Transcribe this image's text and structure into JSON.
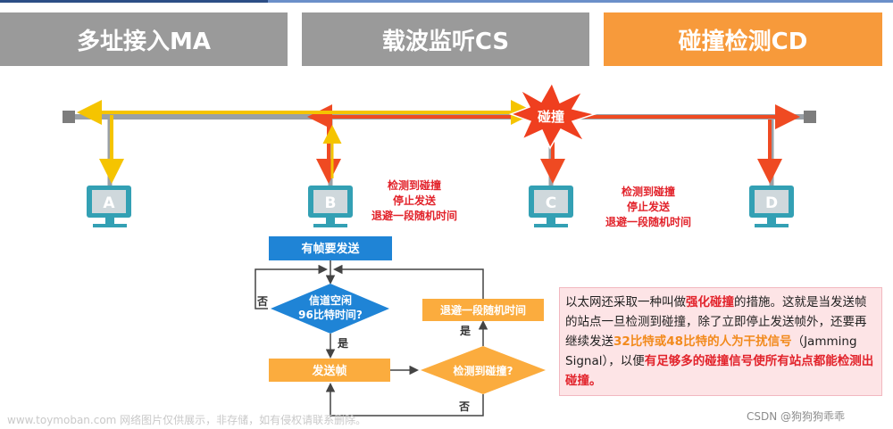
{
  "headers": [
    {
      "label": "多址接入MA",
      "style": "gray"
    },
    {
      "label": "载波监听CS",
      "style": "gray"
    },
    {
      "label": "碰撞检测CD",
      "style": "orange"
    }
  ],
  "stations": [
    "A",
    "B",
    "C",
    "D"
  ],
  "collision_label": "碰撞",
  "notes": {
    "b": [
      "检测到碰撞",
      "停止发送",
      "退避一段随机时间"
    ],
    "c": [
      "检测到碰撞",
      "停止发送",
      "退避一段随机时间"
    ]
  },
  "flowchart": {
    "start": "有帧要发送",
    "decision_idle": "信道空闲\n96比特时间?",
    "send": "发送帧",
    "decision_collision": "检测到碰撞?",
    "backoff": "退避一段随机时间",
    "yes": "是",
    "no": "否"
  },
  "info": {
    "t1": "以太网还采取一种叫做",
    "t2": "强化碰撞",
    "t3": "的措施。这就是当发送帧的站点一旦检测到碰撞，除了立即停止发送帧外，还要再继续发送",
    "t4": "32比特或48比特的人为干扰信号",
    "t5": "（Jamming Signal），以便",
    "t6": "有足够多的碰撞信号使所有站点都能检测出碰撞。"
  },
  "watermark": "www.toymoban.com 网络图片仅供展示，非存储，如有侵权请联系删除。",
  "credit": "CSDN @狗狗狗乖乖",
  "colors": {
    "gray": "#9a9a9a",
    "orange": "#f79a3b",
    "signal_red": "#ef4a22",
    "signal_yellow": "#f5c400",
    "flow_blue": "#1f84d6",
    "flow_orange": "#fbac3e",
    "teal": "#33a0b4",
    "text_red": "#e2232b"
  }
}
